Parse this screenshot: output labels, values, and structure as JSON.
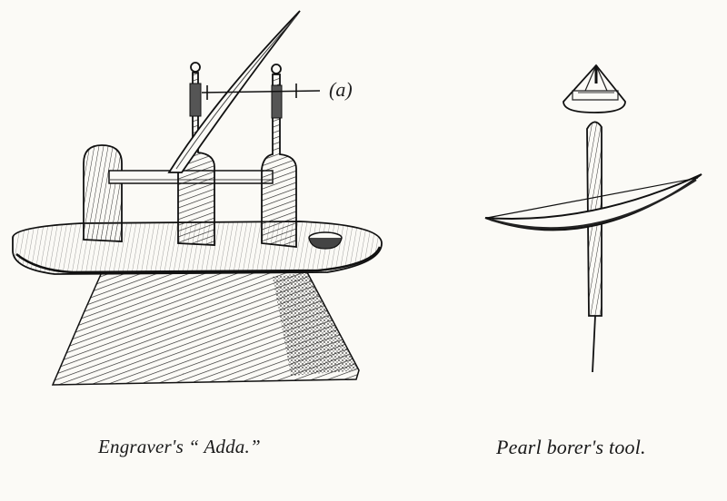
{
  "captions": {
    "left": "Engraver's “ Adda.”",
    "right": "Pearl borer's tool."
  },
  "annotation": {
    "marker": "(a)"
  },
  "colors": {
    "ink": "#1a1a1a",
    "paper": "#fbfaf6"
  }
}
